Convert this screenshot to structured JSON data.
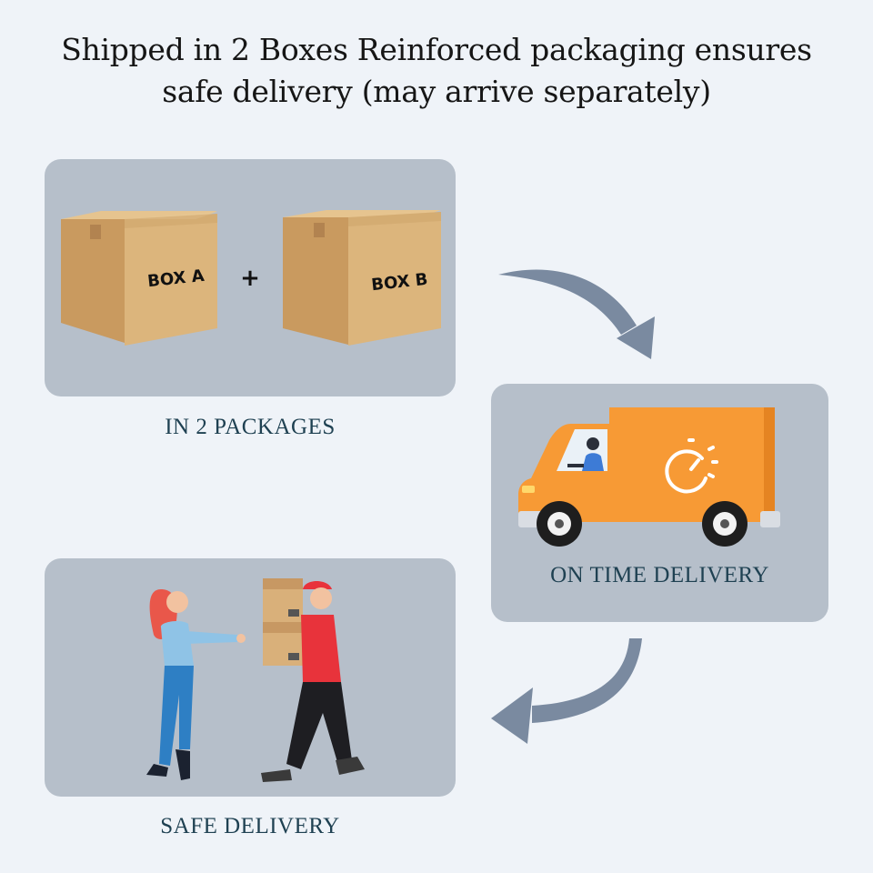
{
  "title": {
    "line1": "Shipped in 2 Boxes Reinforced packaging ensures",
    "line2": "safe delivery (may arrive separately)"
  },
  "packages": {
    "caption": "IN 2 PACKAGES",
    "box_a_label": "BOX A",
    "box_b_label": "BOX B",
    "plus_sign": "+"
  },
  "transit": {
    "caption": "ON TIME DELIVERY"
  },
  "handover": {
    "caption": "SAFE DELIVERY"
  },
  "colors": {
    "background": "#eff3f8",
    "panel": "#b6bfca",
    "caption": "#1f4152",
    "arrow": "#7a8aa0",
    "van": "#f79a35",
    "box": "#d9b07a"
  },
  "icons": [
    "cardboard-box-icon",
    "delivery-van-icon",
    "stopwatch-icon",
    "arrow-curved-icon",
    "courier-person-icon",
    "customer-person-icon"
  ]
}
